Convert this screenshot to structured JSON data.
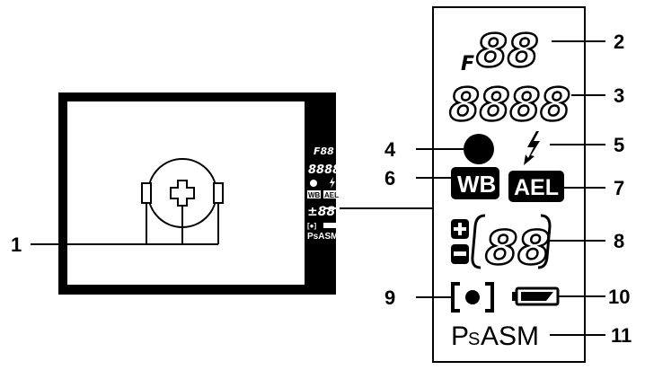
{
  "callouts": [
    "1",
    "2",
    "3",
    "4",
    "5",
    "6",
    "7",
    "8",
    "9",
    "10",
    "11"
  ],
  "lcd": {
    "aperture_prefix": "F",
    "aperture_digits": "88",
    "shutter_digits": "8888",
    "wb_label": "WB",
    "ael_label": "AEL",
    "exposure_comp_digits": "88",
    "mode_p": "P",
    "mode_s": "S",
    "mode_asm": "ASM"
  },
  "viewfinder_mini": {
    "aperture": "F88",
    "shutter": "8888",
    "wb": "WB",
    "ael": "AEL",
    "comp": "±88",
    "mode": "PsASM"
  }
}
